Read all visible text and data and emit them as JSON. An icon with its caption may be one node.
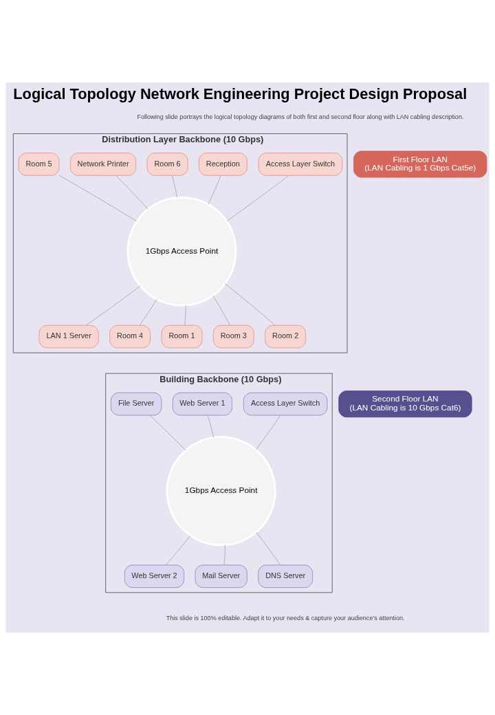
{
  "diagram": {
    "title": "Logical Topology Network Engineering Project Design Proposal",
    "nodes": [
      {
        "text": [
          "Distribution Layer Backbone (10 Gbps)"
        ]
      },
      {
        "text": [
          "1Gbps Access Point"
        ],
        "in": 0
      },
      {
        "text": [
          "Access Layer Switch"
        ],
        "in": 0
      },
      {
        "text": [
          "Reception"
        ],
        "in": 0
      },
      {
        "text": [
          "Room 6"
        ],
        "in": 0
      },
      {
        "text": [
          "Network Printer"
        ],
        "in": 0
      },
      {
        "text": [
          "Room 5"
        ],
        "in": 0
      },
      {
        "text": [
          "LAN 1 Server"
        ],
        "in": 0
      },
      {
        "text": [
          "Room 4"
        ],
        "in": 0
      },
      {
        "text": [
          "Room 1"
        ],
        "in": 0
      },
      {
        "text": [
          "Room 3"
        ],
        "in": 0
      },
      {
        "text": [
          "Room 2"
        ],
        "in": 0
      },
      {
        "text": [
          "First Floor LAN",
          "(LAN Cabling is 1 Gbps Cat5e)"
        ]
      },
      {
        "text": [
          "Building Backbone (10 Gbps)"
        ]
      },
      {
        "text": [
          "1Gbps Access Point"
        ],
        "in": 13
      },
      {
        "text": [
          "Access Layer Switch"
        ],
        "in": 13
      },
      {
        "text": [
          "Web Server 1"
        ],
        "in": 13
      },
      {
        "text": [
          "File Server"
        ],
        "in": 13
      },
      {
        "text": [
          "Web Server 2"
        ],
        "in": 13
      },
      {
        "text": [
          "Mail Server"
        ],
        "in": 13
      },
      {
        "text": [
          "DNS Server"
        ],
        "in": 13
      },
      {
        "text": [
          "Second Floor LAN",
          "(LAN Cabling is 10 Gbps Cat6)"
        ]
      }
    ],
    "edges": [
      {
        "from": 1,
        "to": 2,
        "arrow": "none"
      },
      {
        "from": 1,
        "to": 3,
        "arrow": "none"
      },
      {
        "from": 1,
        "to": 4,
        "arrow": "none"
      },
      {
        "from": 1,
        "to": 5,
        "arrow": "none"
      },
      {
        "from": 1,
        "to": 6,
        "arrow": "none"
      },
      {
        "from": 1,
        "to": 7,
        "arrow": "none"
      },
      {
        "from": 1,
        "to": 8,
        "arrow": "none"
      },
      {
        "from": 1,
        "to": 9,
        "arrow": "none"
      },
      {
        "from": 1,
        "to": 10,
        "arrow": "none"
      },
      {
        "from": 1,
        "to": 11,
        "arrow": "none"
      },
      {
        "from": 14,
        "to": 15,
        "arrow": "none"
      },
      {
        "from": 14,
        "to": 16,
        "arrow": "none"
      },
      {
        "from": 14,
        "to": 17,
        "arrow": "none"
      },
      {
        "from": 14,
        "to": 18,
        "arrow": "none"
      },
      {
        "from": 14,
        "to": 19,
        "arrow": "none"
      },
      {
        "from": 14,
        "to": 20,
        "arrow": "none"
      }
    ],
    "labels": [
      "Following slide portrays the logical topology diagrams of both first and second floor along with LAN cabling description.",
      "This slide is 100% editable. Adapt it to your needs & capture your audience’s attention."
    ]
  }
}
